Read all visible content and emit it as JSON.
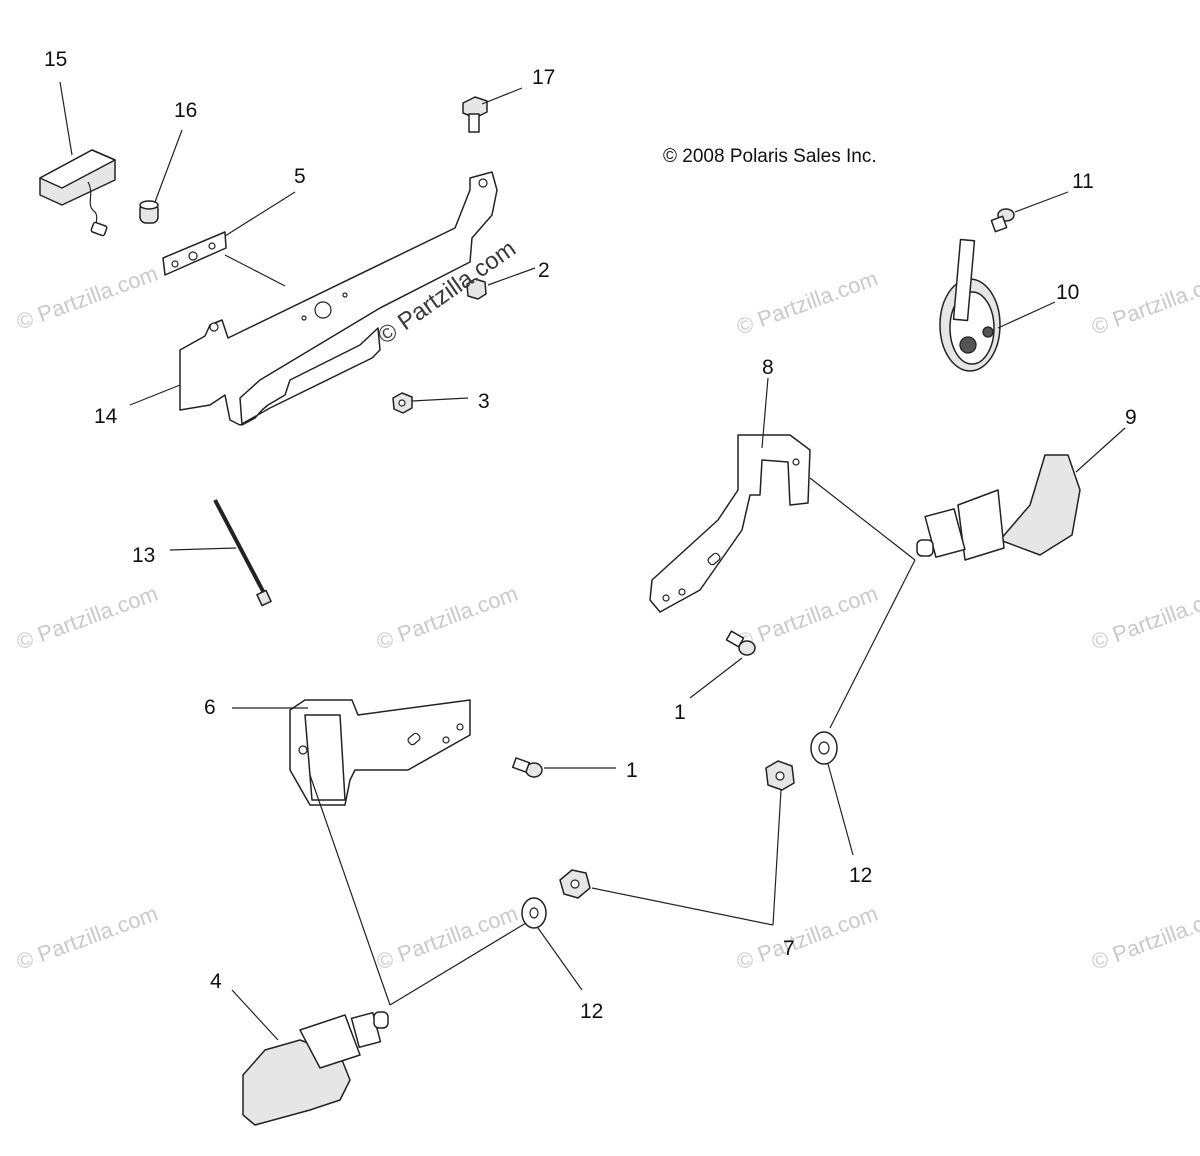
{
  "copyright": "© 2008 Polaris Sales Inc.",
  "watermark_center": "© Partzilla.com",
  "watermark_repeat": "© Partzilla.com",
  "callouts": [
    {
      "id": "callout-15",
      "label": "15"
    },
    {
      "id": "callout-16",
      "label": "16"
    },
    {
      "id": "callout-17",
      "label": "17"
    },
    {
      "id": "callout-5",
      "label": "5"
    },
    {
      "id": "callout-2",
      "label": "2"
    },
    {
      "id": "callout-3",
      "label": "3"
    },
    {
      "id": "callout-14",
      "label": "14"
    },
    {
      "id": "callout-11",
      "label": "11"
    },
    {
      "id": "callout-10",
      "label": "10"
    },
    {
      "id": "callout-8",
      "label": "8"
    },
    {
      "id": "callout-9",
      "label": "9"
    },
    {
      "id": "callout-13",
      "label": "13"
    },
    {
      "id": "callout-1a",
      "label": "1"
    },
    {
      "id": "callout-6",
      "label": "6"
    },
    {
      "id": "callout-1b",
      "label": "1"
    },
    {
      "id": "callout-12a",
      "label": "12"
    },
    {
      "id": "callout-12b",
      "label": "12"
    },
    {
      "id": "callout-7",
      "label": "7"
    },
    {
      "id": "callout-4",
      "label": "4"
    }
  ]
}
